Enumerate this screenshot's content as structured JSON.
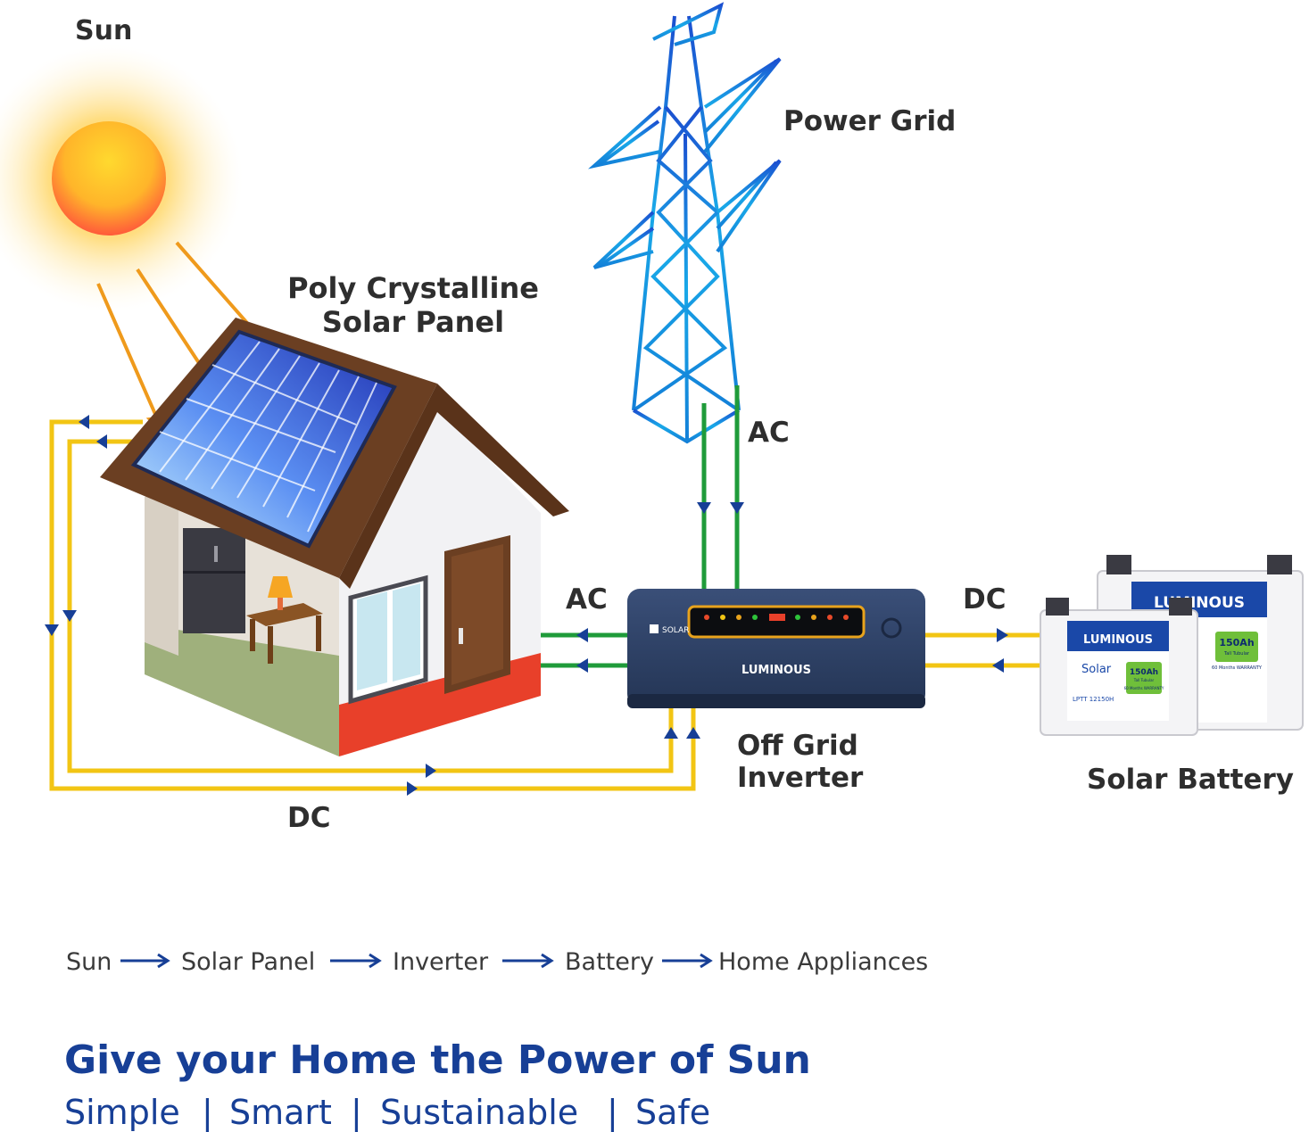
{
  "labels": {
    "sun": "Sun",
    "power_grid": "Power Grid",
    "panel_line1": "Poly Crystalline",
    "panel_line2": "Solar Panel",
    "ac_grid": "AC",
    "ac_home": "AC",
    "dc_battery": "DC",
    "dc_panel": "DC",
    "inverter_line1": "Off Grid",
    "inverter_line2": "Inverter",
    "battery": "Solar Battery"
  },
  "devices": {
    "inverter_brand": "LUMINOUS",
    "inverter_logo": "SOLAR",
    "battery_front": {
      "brand": "LUMINOUS",
      "logo": "Solar",
      "capacity": "150Ah",
      "type": "Tall Tubular",
      "warranty": "60 Months WARRANTY",
      "model": "LPTT 12150H"
    },
    "battery_back": {
      "brand": "LUMINOUS",
      "capacity": "150Ah",
      "type": "Tall Tubular",
      "warranty": "60 Months WARRANTY"
    }
  },
  "flow": {
    "steps": [
      "Sun",
      "Solar Panel",
      "Inverter",
      "Battery",
      "Home Appliances"
    ]
  },
  "tagline": {
    "headline": "Give your Home the Power of Sun",
    "word1": "Simple",
    "word2": "Smart",
    "word3": "Sustainable",
    "word4": "Safe",
    "separator": "|"
  },
  "colors": {
    "dc_wire": "#f2c514",
    "ac_wire": "#1f9b3a",
    "arrow": "#173f96",
    "sun_ray": "#ef9a1c",
    "roof": "#6b3f22",
    "accent_text": "#173f96"
  }
}
